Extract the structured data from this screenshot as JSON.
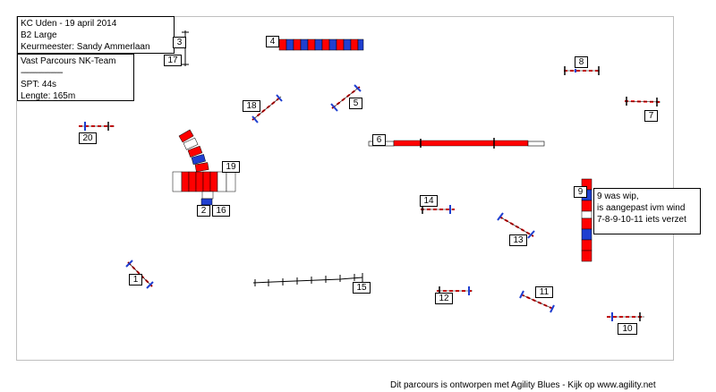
{
  "info": {
    "lines": [
      "KC Uden - 19 april 2014",
      "B2 Large",
      "Keurmeester: Sandy Ammerlaan"
    ]
  },
  "parcours": {
    "lines": [
      "Vast Parcours NK-Team",
      "--------------------",
      "SPT:  44s",
      "Lengte: 165m"
    ]
  },
  "note": {
    "lines": [
      "9 was wip,",
      "is aangepast ivm wind",
      "7-8-9-10-11 iets verzet"
    ]
  },
  "obstacle_numbers": [
    "1",
    "2",
    "3",
    "4",
    "5",
    "6",
    "7",
    "8",
    "9",
    "10",
    "11",
    "12",
    "13",
    "14",
    "15",
    "16",
    "17",
    "18",
    "19",
    "20"
  ],
  "colors": {
    "red": "#ff0000",
    "blue": "#1f3fd0",
    "navy": "#0000aa",
    "white": "#ffffff",
    "pole": "#000000"
  },
  "footer": "Dit parcours is ontworpen met Agility Blues - Kijk op www.agility.net"
}
